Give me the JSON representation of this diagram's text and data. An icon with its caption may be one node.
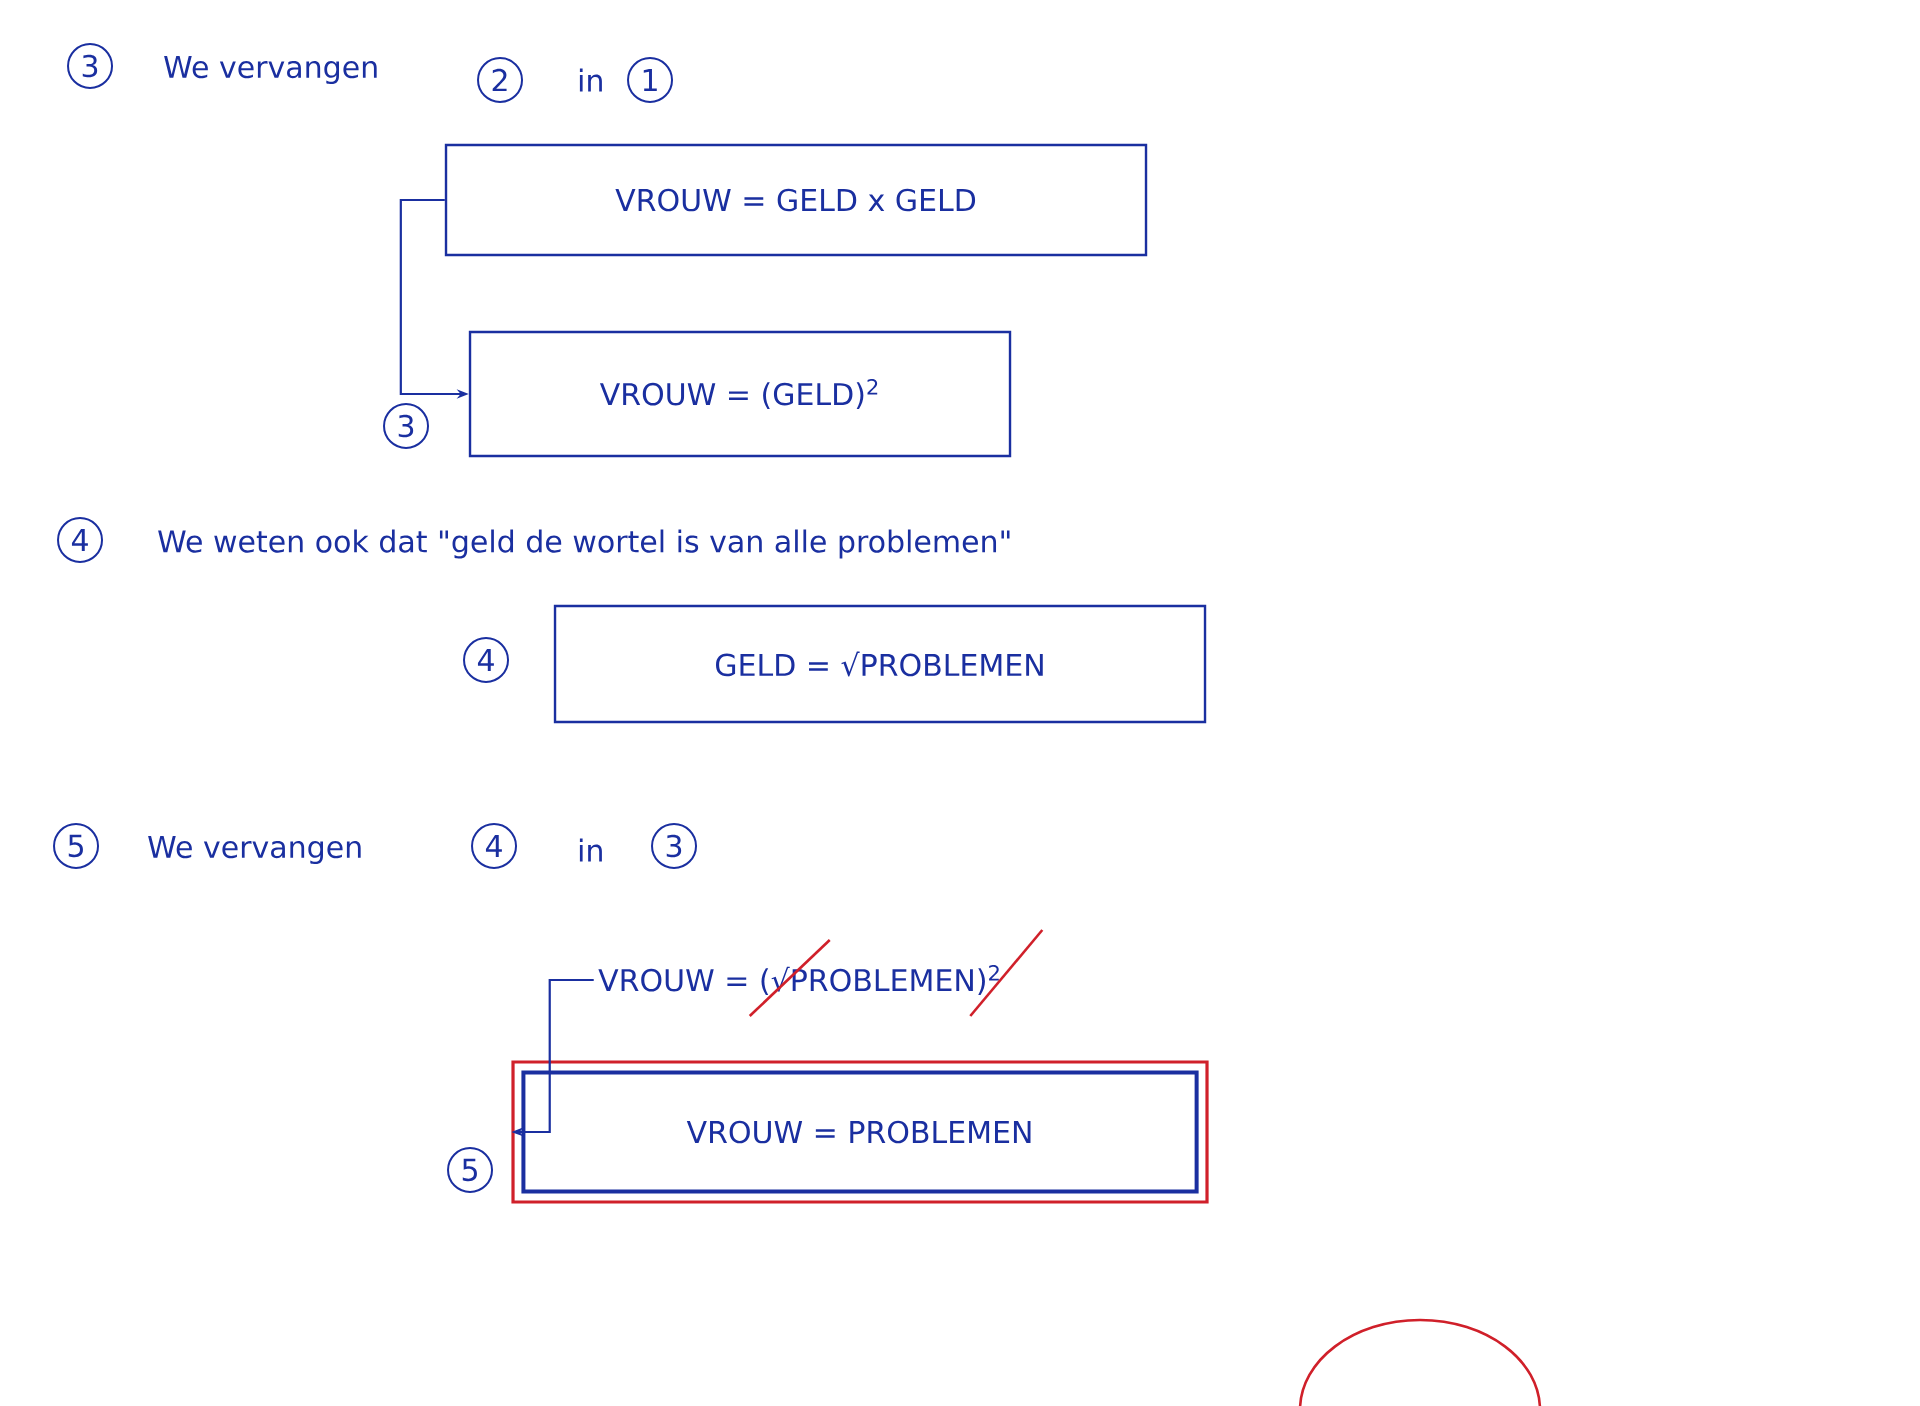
{
  "diagram": {
    "nodes": [
      {
        "text": [
          "VROUW = GELD x GELD"
        ]
      },
      {
        "text": [
          "VROUW = (GELD)$^{2}$"
        ],
        "beside": [
          "3"
        ]
      },
      {
        "text": [
          "GELD = √PROBLEMEN"
        ],
        "beside": [
          "4"
        ]
      },
      {
        "text": [
          "VROUW = (√PROBLEMEN)$^{2}$"
        ]
      },
      {
        "text": [
          "VROUW = PROBLEMEN"
        ],
        "beside": [
          "5"
        ]
      },
      {
        "text": [],
        "shape": "circle"
      }
    ],
    "edges": [
      {
        "from": 0,
        "to": 1,
        "arrow": "to"
      },
      {
        "from": 3,
        "to": 4,
        "arrow": "to"
      }
    ],
    "labels": [
      "3",
      "We vervangen",
      "2",
      "in",
      "1",
      "4",
      "We weten ook dat \"geld de wortel is van alle problemen\"",
      "5",
      "We vervangen",
      "4",
      "in",
      "3"
    ]
  }
}
